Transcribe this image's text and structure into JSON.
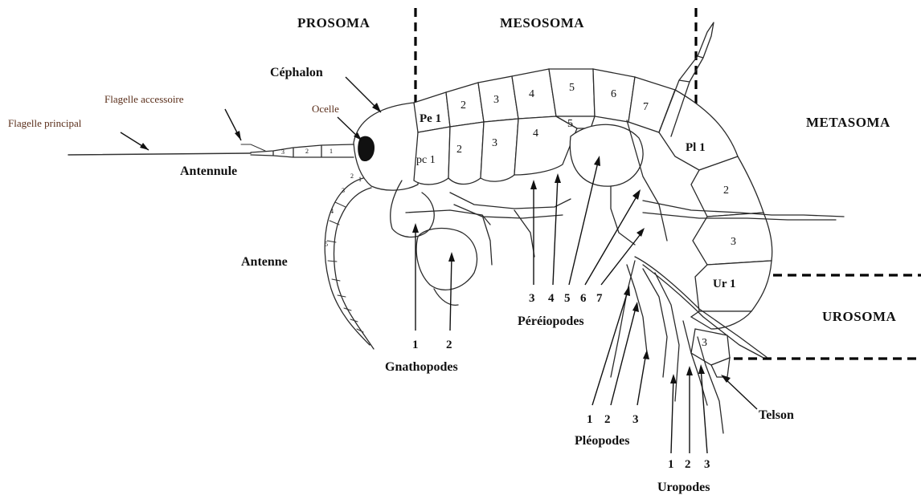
{
  "regions": {
    "prosoma": "PROSOMA",
    "mesosoma": "MESOSOMA",
    "metasoma": "METASOMA",
    "urosoma": "UROSOMA"
  },
  "labels": {
    "cephalon": "Céphalon",
    "ocelle": "Ocelle",
    "flagelle_accessoire": "Flagelle accessoire",
    "flagelle_principal": "Flagelle principal",
    "antennule": "Antennule",
    "antenne": "Antenne",
    "gnathopodes": "Gnathopodes",
    "pereiopodes": "Péréiopodes",
    "pleopodes": "Pléopodes",
    "uropodes": "Uropodes",
    "telson": "Telson"
  },
  "segment_labels": {
    "pe1": "Pe 1",
    "pc1": "pc 1",
    "pl1": "Pl 1",
    "ur1": "Ur 1",
    "pereion_numbers": [
      "2",
      "3",
      "4",
      "5",
      "6",
      "7"
    ],
    "coxa_numbers": [
      "2",
      "3",
      "4",
      "5"
    ],
    "pleon_numbers": [
      "2",
      "3"
    ],
    "urosome_number": "3"
  },
  "antenna_article_numbers": [
    "1",
    "2",
    "3",
    "1",
    "2",
    "3",
    "4",
    "5"
  ],
  "gnathopode_numbers": [
    "1",
    "2"
  ],
  "pereiopode_numbers": [
    "3",
    "4",
    "5",
    "6",
    "7"
  ],
  "pleopode_numbers": [
    "1",
    "2",
    "3"
  ],
  "uropode_numbers": [
    "1",
    "2",
    "3"
  ]
}
